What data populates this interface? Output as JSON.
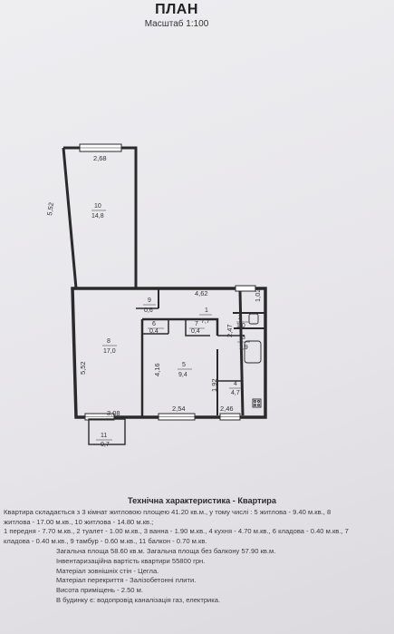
{
  "header": {
    "title": "ПЛАН",
    "scale": "Масштаб 1:100"
  },
  "dimensions": {
    "d_2_68": "2,68",
    "d_5_52_top": "5,52",
    "d_4_62": "4,62",
    "d_1_02": "1,02",
    "d_2_47": "2,47",
    "d_4_16": "4,16",
    "d_1_92": "1,92",
    "d_5_52_bottom": "5,52",
    "d_3_08": "3,08",
    "d_2_54": "2,54",
    "d_2_46": "2,46"
  },
  "rooms": [
    {
      "num": "10",
      "area": "14,8"
    },
    {
      "num": "1",
      "area": "7,7"
    },
    {
      "num": "9",
      "area": "0,6"
    },
    {
      "num": "8",
      "area": "17,0"
    },
    {
      "num": "6",
      "area": "0,4"
    },
    {
      "num": "7",
      "area": "0,4"
    },
    {
      "num": "2",
      "area": "1,0"
    },
    {
      "num": "3",
      "area": "1,9"
    },
    {
      "num": "5",
      "area": "9,4"
    },
    {
      "num": "4",
      "area": "4,7"
    },
    {
      "num": "11",
      "area": "0,7"
    }
  ],
  "tech": {
    "title": "Технічна характеристика - Квартира",
    "lines": [
      "Квартира складається з 3 кімнат житловою площею 41.20 кв.м., у тому числі : 5 житлова - 9.40 м.кв., 8",
      "житлова - 17.00 м.кв., 10 житлова - 14.80 м.кв.;",
      "1 передня - 7.70 м.кв., 2 туалет - 1.00 м.кв., 3 ванна - 1.90 м.кв., 4 кухня - 4.70 м.кв., 6 кладова - 0.40 м.кв., 7",
      "кладова - 0.40 м.кв., 9 тамбур - 0.60 м.кв., 11 балкон - 0.70 м.кв.",
      "Загальна площа 58.60 кв.м.  Загальна площа без балкону 57.90 кв.м.",
      "Інвентаризаційна вартість квартири 55800 грн.",
      "Матеріал зовнішніх стін - Цегла.",
      "Матеріал перекриття - Залізобетонні плити.",
      "Висота приміщень - 2.50 м.",
      "В будинку є: водопровід каналізація газ, електрика."
    ]
  }
}
